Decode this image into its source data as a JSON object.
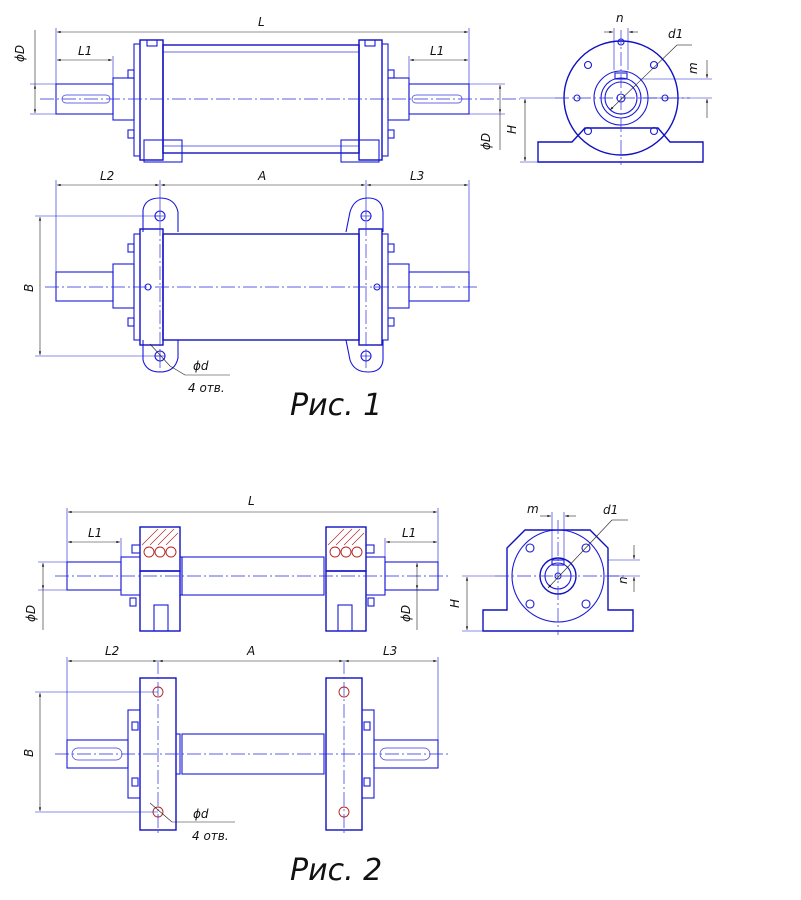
{
  "figures": [
    {
      "caption": "Рис. 1",
      "labels": {
        "L": "L",
        "L1_left": "L1",
        "L1_right": "L1",
        "phiD": "ϕD",
        "phiD_side": "ϕD",
        "n": "n",
        "d1": "d1",
        "m": "m",
        "H": "H",
        "L2": "L2",
        "A": "A",
        "L3": "L3",
        "B": "B",
        "phid": "ϕd",
        "holes": "4 отв."
      }
    },
    {
      "caption": "Рис. 2",
      "labels": {
        "L": "L",
        "L1_left": "L1",
        "L1_right": "L1",
        "phiD_left": "ϕD",
        "phiD_right": "ϕD",
        "m": "m",
        "d1": "d1",
        "n": "n",
        "H": "H",
        "L2": "L2",
        "A": "A",
        "L3": "L3",
        "B": "B",
        "phid": "ϕd",
        "holes": "4 отв."
      }
    }
  ],
  "colors": {
    "line": "#1a1ad8",
    "section": "#b02020",
    "dimension": "#222222"
  }
}
